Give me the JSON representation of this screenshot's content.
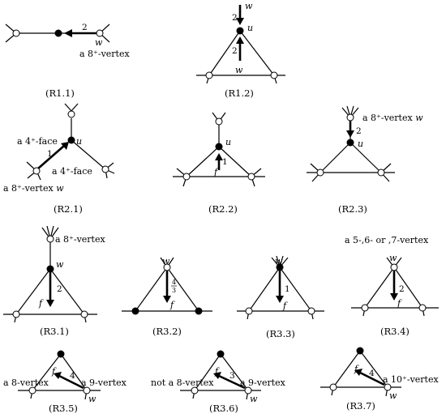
{
  "captions": {
    "r11": "(R1.1)",
    "r12": "(R1.2)",
    "r21": "(R2.1)",
    "r22": "(R2.2)",
    "r23": "(R2.3)",
    "r31": "(R3.1)",
    "r32": "(R3.2)",
    "r33": "(R3.3)",
    "r34": "(R3.4)",
    "r35": "(R3.5)",
    "r36": "(R3.6)",
    "r37": "(R3.7)"
  },
  "labels": {
    "r11": {
      "charge": "2",
      "w": "w",
      "desc": "a 8⁺-vertex"
    },
    "r12": {
      "w": "w",
      "u": "u",
      "charge_top": "2",
      "charge_bottom": "2",
      "w_bottom": "w"
    },
    "r21": {
      "face_top": "a 4⁺-face",
      "face_bottom": "a 4⁺-face",
      "u": "u",
      "charge": "1",
      "wdesc_a": "a 8⁺-vertex ",
      "wdesc_b": "w"
    },
    "r22": {
      "u": "u",
      "charge": "1",
      "f": "f"
    },
    "r23": {
      "desc_a": "a 8⁺-vertex ",
      "desc_b": "w",
      "charge": "2",
      "u": "u"
    },
    "r31": {
      "desc": "a 8⁺-vertex",
      "w": "w",
      "charge": "2",
      "f": "f"
    },
    "r32": {
      "w": "w",
      "charge_num": "4",
      "charge_den": "3",
      "f": "f"
    },
    "r33": {
      "w": "w",
      "charge": "1",
      "f": "f"
    },
    "r34": {
      "desc": "a 5-,6- or ,7-vertex",
      "w": "w",
      "charge": "2",
      "f": "f"
    },
    "r35": {
      "left": "a 8-vertex",
      "f": "f",
      "charge": "4",
      "right": "a 9-vertex",
      "w": "w"
    },
    "r36": {
      "left": "not a 8-vertex",
      "f": "f",
      "charge": "3",
      "right": "a 9-vertex",
      "w": "w"
    },
    "r37": {
      "f": "f",
      "charge": "4",
      "right": "a 10⁺-vertex",
      "w": "w"
    }
  }
}
